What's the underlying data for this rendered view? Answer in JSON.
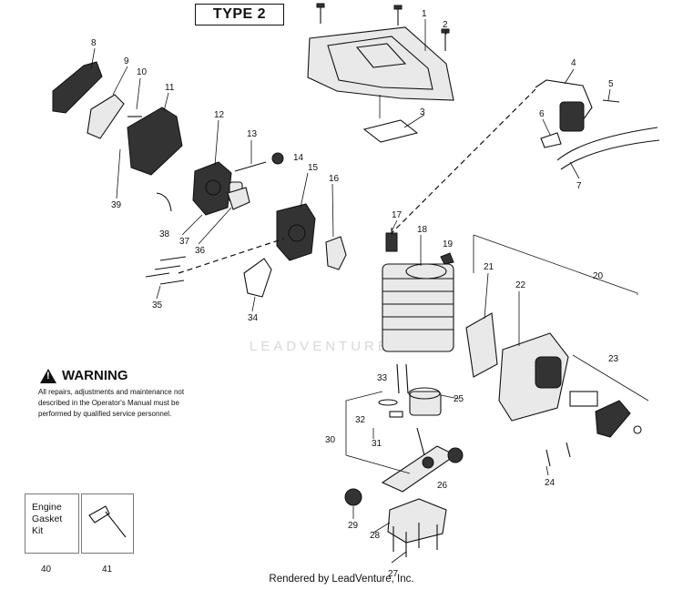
{
  "header": {
    "type_label": "TYPE 2"
  },
  "warning": {
    "title": "WARNING",
    "lines": [
      "All repairs, adjustments and maintenance not",
      "described in the Operator's Manual must be",
      "performed by qualified  service personnel."
    ]
  },
  "kit": {
    "lines": [
      "Engine",
      "Gasket",
      "Kit"
    ]
  },
  "watermark": "LEADVENTURE",
  "footer": {
    "credit": "Rendered by LeadVenture, Inc."
  },
  "callouts": {
    "c1": "1",
    "c2": "2",
    "c3": "3",
    "c4": "4",
    "c5": "5",
    "c6": "6",
    "c7": "7",
    "c8": "8",
    "c9": "9",
    "c10": "10",
    "c11": "11",
    "c12": "12",
    "c13": "13",
    "c14": "14",
    "c15": "15",
    "c16": "16",
    "c17": "17",
    "c18": "18",
    "c19": "19",
    "c20": "20",
    "c21": "21",
    "c22": "22",
    "c23": "23",
    "c24": "24",
    "c25": "25",
    "c26": "26",
    "c27": "27",
    "c28": "28",
    "c29": "29",
    "c30": "30",
    "c31": "31",
    "c32": "32",
    "c33": "33",
    "c34": "34",
    "c35": "35",
    "c36": "36",
    "c37": "37",
    "c38": "38",
    "c39": "39",
    "c40": "40",
    "c41": "41"
  }
}
